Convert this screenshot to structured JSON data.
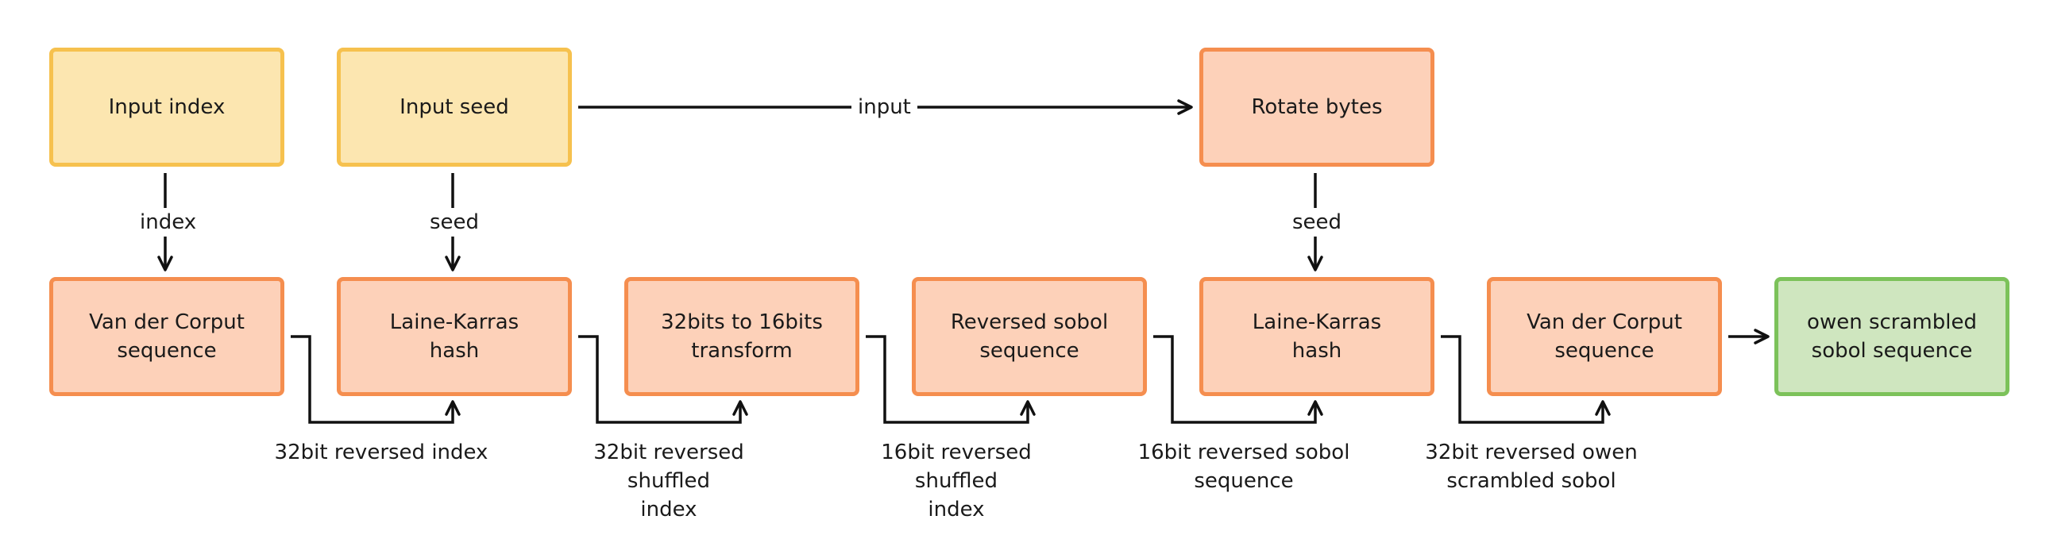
{
  "nodes": {
    "input_index": "Input index",
    "input_seed": "Input seed",
    "rotate_bytes": "Rotate bytes",
    "vdc_1": "Van der Corput\nsequence",
    "lk_hash_1": "Laine-Karras\nhash",
    "bits_transform": "32bits to 16bits\ntransform",
    "reversed_sobol": "Reversed sobol\nsequence",
    "lk_hash_2": "Laine-Karras\nhash",
    "vdc_2": "Van der Corput\nsequence",
    "output": "owen scrambled\nsobol sequence"
  },
  "edges": {
    "input": "input",
    "index": "index",
    "seed_1": "seed",
    "seed_2": "seed",
    "e1": "32bit reversed index",
    "e2": "32bit reversed shuffled\nindex",
    "e3": "16bit reversed shuffled\nindex",
    "e4": "16bit reversed sobol\nsequence",
    "e5": "32bit reversed owen\nscrambled sobol"
  },
  "colors": {
    "input_fill": "#fce6b0",
    "input_border": "#f6c14e",
    "process_fill": "#fdd1b9",
    "process_border": "#f58e4f",
    "output_fill": "#cfe6bf",
    "output_border": "#7cc25a",
    "line": "#111111"
  }
}
